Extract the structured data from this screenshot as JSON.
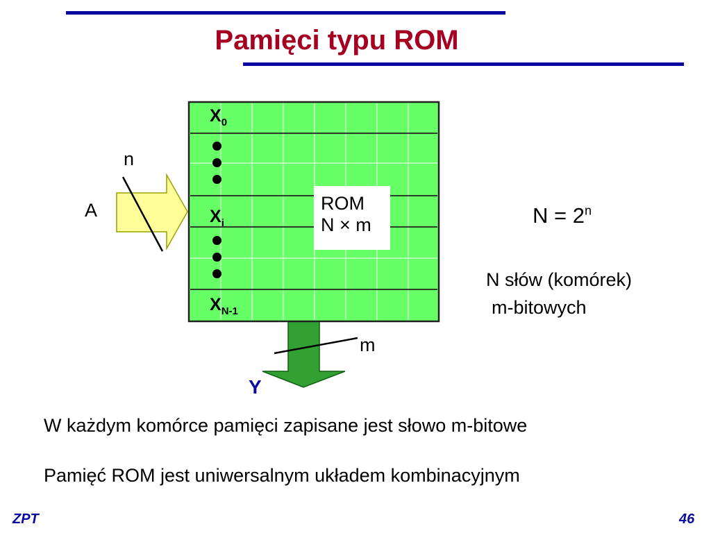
{
  "slide": {
    "title": "Pamięci typu ROM",
    "diagram": {
      "rows": {
        "x0": {
          "base": "X",
          "sub": "0"
        },
        "xi": {
          "base": "X",
          "sub": "i"
        },
        "xn1": {
          "base": "X",
          "sub": "N-1"
        }
      },
      "rom_box": {
        "line1": "ROM",
        "line2": "N × m"
      },
      "input_label": "A",
      "input_width": "n",
      "output_label": "Y",
      "output_width": "m",
      "grid_color": "#66ff66",
      "input_arrow_color": "#ffff99",
      "output_arrow_color": "#33a033"
    },
    "formula": {
      "base": "N = 2",
      "exp": "n"
    },
    "description": {
      "line1": "N słów (komórek)",
      "line2": "m-bitowych"
    },
    "body_lines": {
      "line1": "W każdym komórce pamięci  zapisane jest słowo m-bitowe",
      "line2": "Pamięć ROM jest uniwersalnym układem kombinacyjnym"
    },
    "footer": {
      "left": "ZPT",
      "page_number": "46"
    },
    "colors": {
      "title": "#a50021",
      "rule": "#0a0aa0",
      "accent": "#0a0aa0"
    }
  }
}
